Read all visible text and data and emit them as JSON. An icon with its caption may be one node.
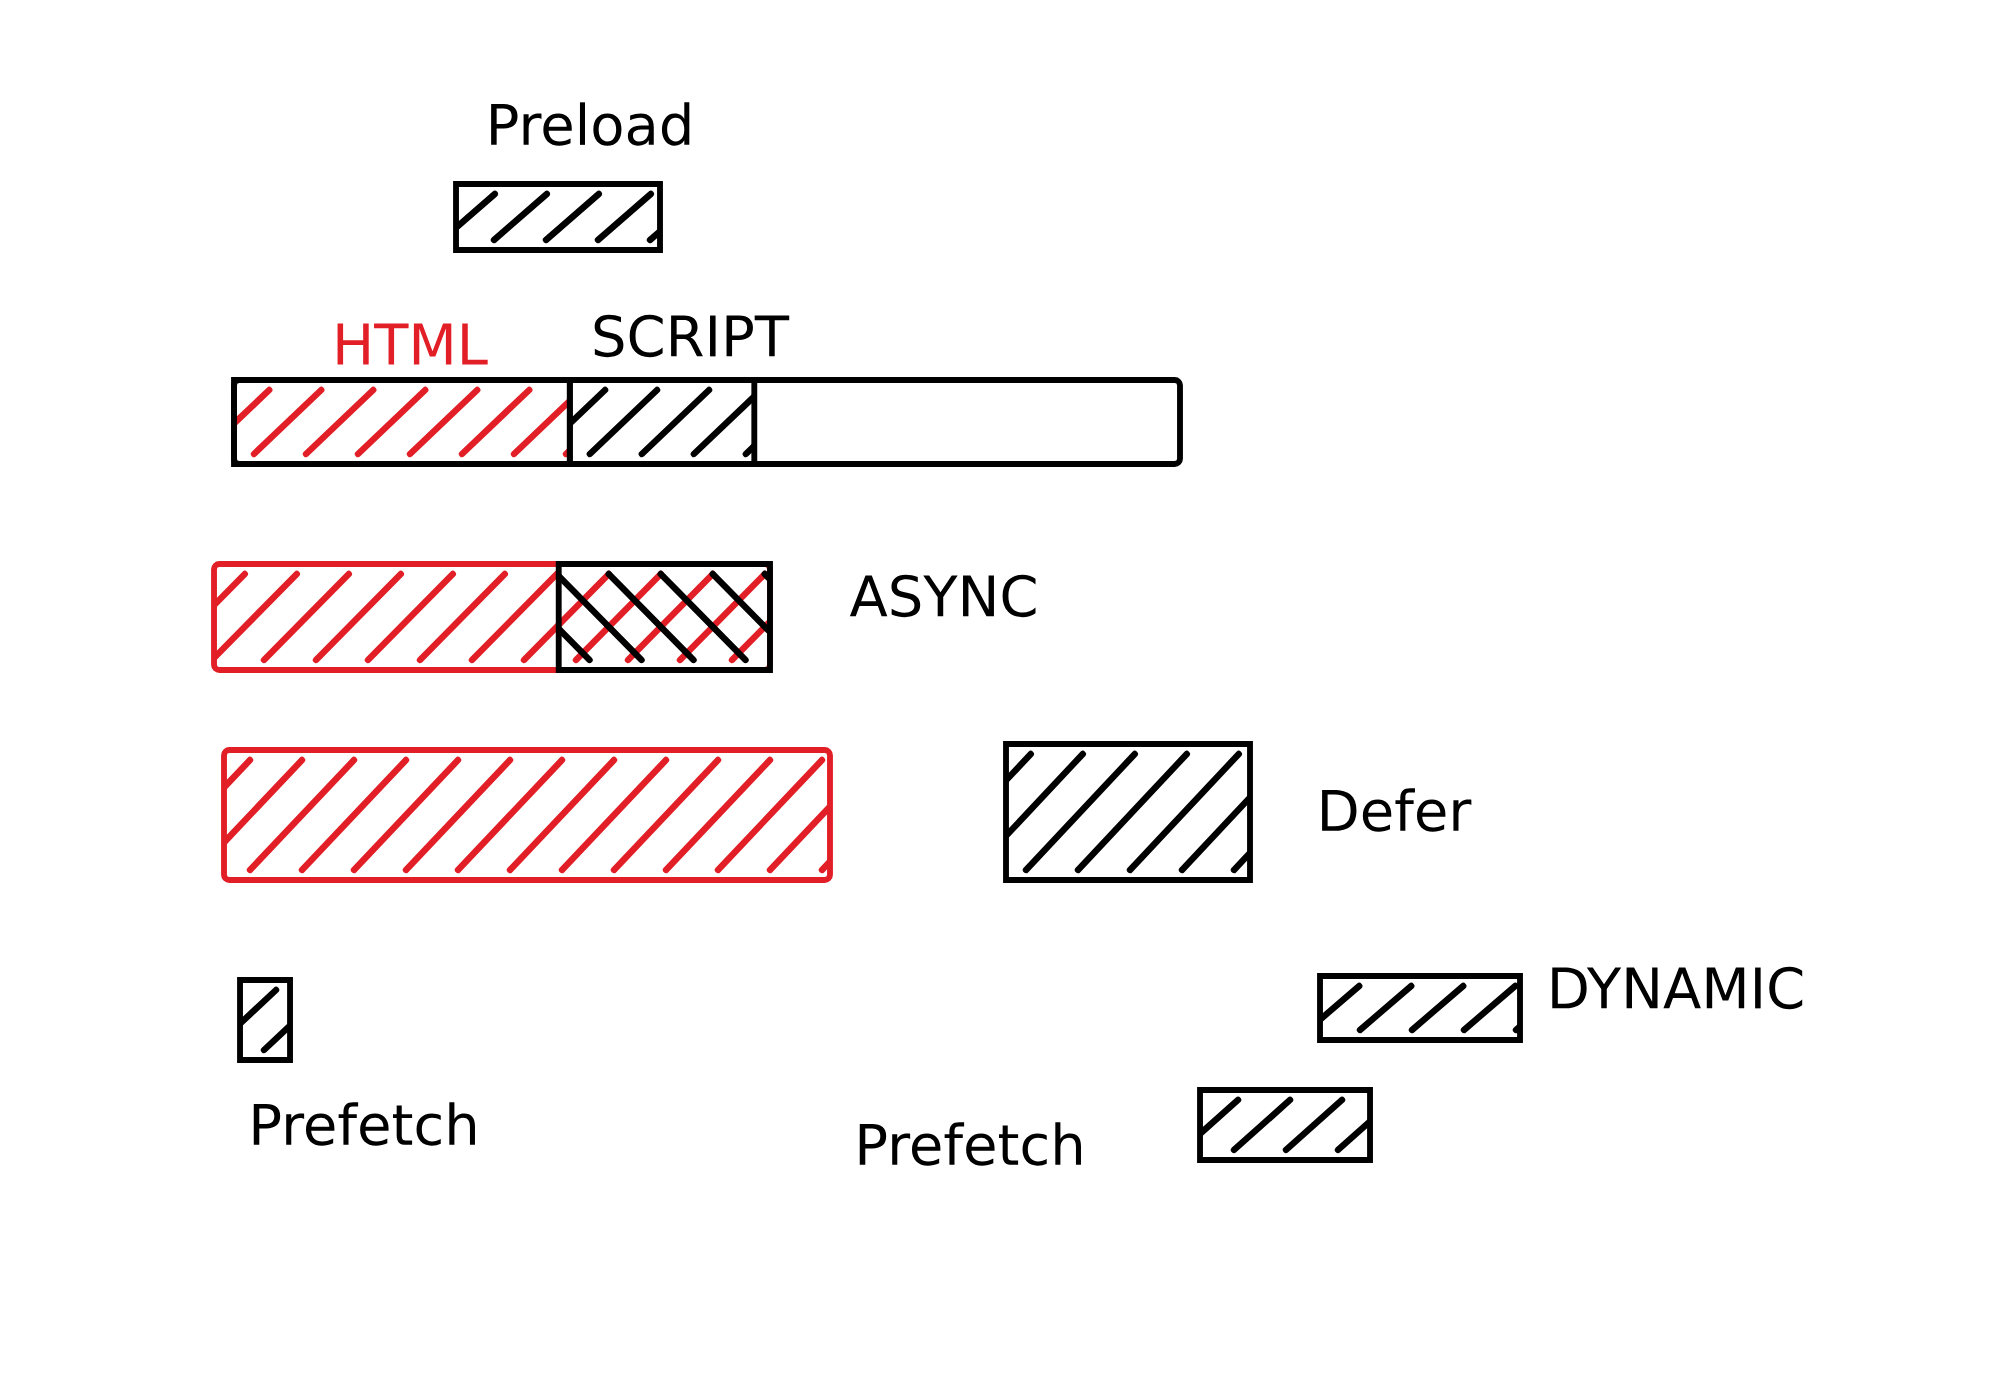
{
  "diagram": {
    "nodes": [
      {
        "text": [
          "Preload"
        ]
      },
      {
        "text": [],
        "shape": "bar"
      },
      {
        "text": [
          "HTML"
        ],
        "in": 1
      },
      {
        "text": [
          "SCRIPT"
        ],
        "in": 1
      },
      {
        "text": [],
        "shape": "bar"
      },
      {
        "text": [
          "ASYNC"
        ],
        "in": 4
      },
      {
        "text": [],
        "shape": "bar"
      },
      {
        "text": [
          "Defer"
        ]
      },
      {
        "text": [
          "Prefetch"
        ]
      },
      {
        "text": [
          "DYNAMIC"
        ]
      },
      {
        "text": [
          "Prefetch"
        ]
      }
    ]
  }
}
